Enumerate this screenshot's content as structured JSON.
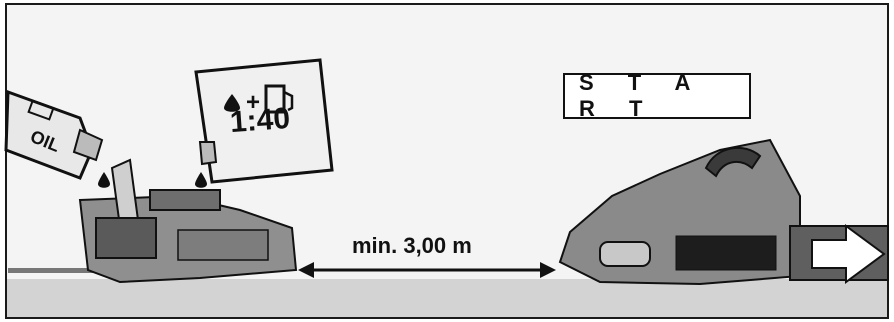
{
  "start_label": "S T A R T",
  "distance_label": "min. 3,00 m",
  "fuel_mix": "1:40",
  "oil_label": "OIL",
  "icons": [
    "oil-bottle-icon",
    "fuel-canister-icon",
    "oil-drop-icon",
    "fuel-pump-icon",
    "chainsaw-icon",
    "arrow-right-icon"
  ]
}
